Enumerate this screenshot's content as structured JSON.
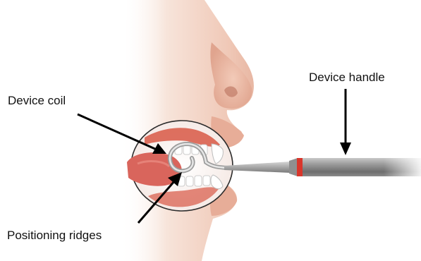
{
  "labels": {
    "device_coil": "Device coil",
    "device_handle": "Device handle",
    "positioning_ridges": "Positioning ridges"
  },
  "colors": {
    "skin": "#f2d7c9",
    "skin_shadow": "#e3a894",
    "lip": "#e8b7a3",
    "gum": "#d9604f",
    "tongue": "#d9655c",
    "tooth": "#ffffff",
    "handle": "#8c8c8c",
    "handle_band": "#d9362b",
    "arrow": "#000000"
  }
}
